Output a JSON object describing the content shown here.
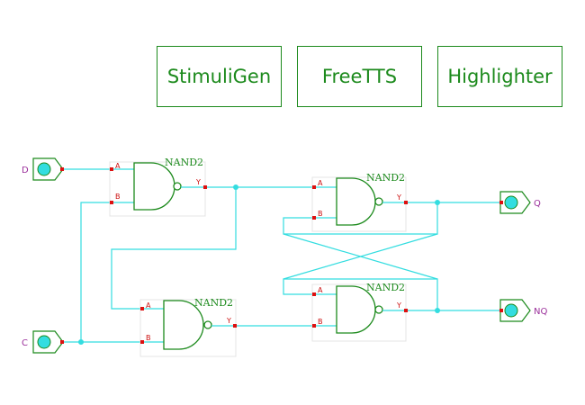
{
  "toolbar": {
    "stimuligen_label": "StimuliGen",
    "freetts_label": "FreeTTS",
    "highlighter_label": "Highlighter"
  },
  "gates": [
    {
      "type": "NAND2",
      "in_a": "A",
      "in_b": "B",
      "out": "Y"
    },
    {
      "type": "NAND2",
      "in_a": "A",
      "in_b": "B",
      "out": "Y"
    },
    {
      "type": "NAND2",
      "in_a": "A",
      "in_b": "B",
      "out": "Y"
    },
    {
      "type": "NAND2",
      "in_a": "A",
      "in_b": "B",
      "out": "Y"
    }
  ],
  "ports": {
    "d": "D",
    "c": "C",
    "q": "Q",
    "nq": "NQ"
  },
  "colors": {
    "wire": "#33dde0",
    "gate": "#1c8a1c",
    "pin": "#dd1010",
    "port_label": "#9b309b"
  }
}
